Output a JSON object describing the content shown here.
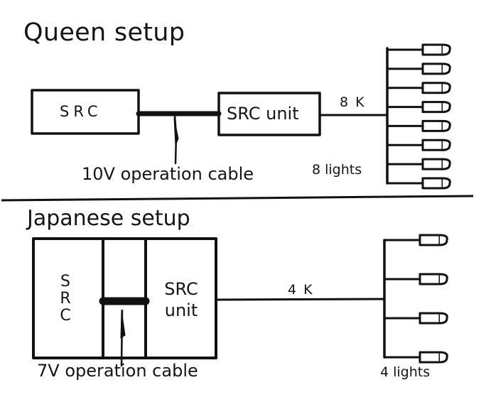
{
  "queen": {
    "title": "Queen setup",
    "src_label": "SRC",
    "unit_label": "SRC unit",
    "link_label": "8 K",
    "cable_label": "10V operation cable",
    "lights_label": "8 lights",
    "light_count": 8
  },
  "japanese": {
    "title": "Japanese setup",
    "src_letters": [
      "S",
      "R",
      "C"
    ],
    "unit_line1": "SRC",
    "unit_line2": "unit",
    "link_label": "4 K",
    "cable_label": "7V operation cable",
    "lights_label": "4 lights",
    "light_count": 4
  },
  "colors": {
    "ink": "#111111",
    "background": "#ffffff"
  }
}
